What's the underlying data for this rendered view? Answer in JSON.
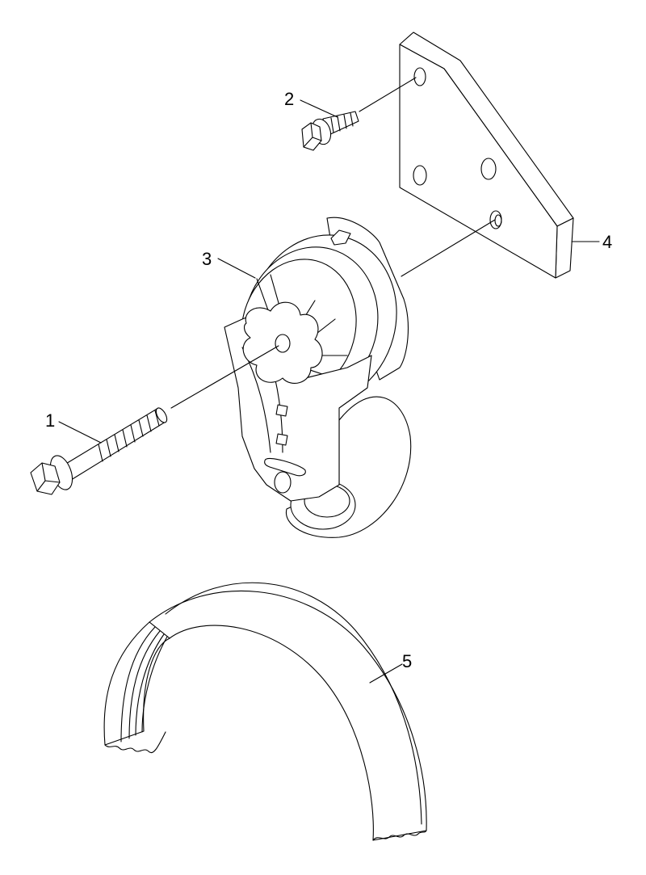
{
  "callouts": [
    {
      "id": "1",
      "label": "1"
    },
    {
      "id": "2",
      "label": "2"
    },
    {
      "id": "3",
      "label": "3"
    },
    {
      "id": "4",
      "label": "4"
    },
    {
      "id": "5",
      "label": "5"
    }
  ],
  "parts": {
    "bolt_long": "bolt-icon",
    "bolt_short": "bolt-icon",
    "tensioner": "belt-tensioner-icon",
    "bracket": "mounting-bracket-icon",
    "belt": "ribbed-belt-icon"
  },
  "colors": {
    "line": "#000000",
    "background": "#ffffff"
  }
}
